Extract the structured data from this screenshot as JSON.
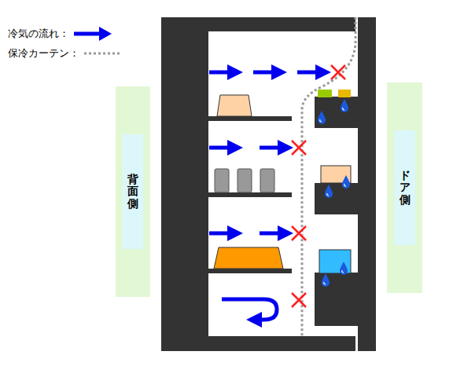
{
  "diagram": {
    "nodes": [
      {
        "text": [
          "背面側"
        ]
      },
      {
        "text": [
          "ドア側"
        ]
      }
    ],
    "legend": [
      {
        "text": "冷気の流れ："
      },
      {
        "text": "保冷カーテン："
      }
    ]
  }
}
